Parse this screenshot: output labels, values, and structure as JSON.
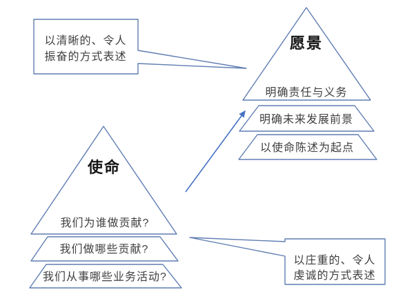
{
  "colors": {
    "outline": "#5f7db2",
    "arrow": "#4472c4",
    "text": "#3f3f3f",
    "title": "#141414",
    "background": "#ffffff"
  },
  "mission_pyramid": {
    "title": "使命",
    "layers": [
      "我们为谁做贡献?",
      "我们做哪些贡献?",
      "我们从事哪些业务活动?"
    ]
  },
  "vision_pyramid": {
    "title": "愿景",
    "layers": [
      "明确责任与义务",
      "明确未来发展前景",
      "以使命陈述为起点"
    ]
  },
  "callout_top_left": {
    "line1": "以清晰的、令人",
    "line2": "振奋的方式表述"
  },
  "callout_bottom_right": {
    "line1": "以庄重的、令人",
    "line2": "虔诚的方式表述"
  }
}
